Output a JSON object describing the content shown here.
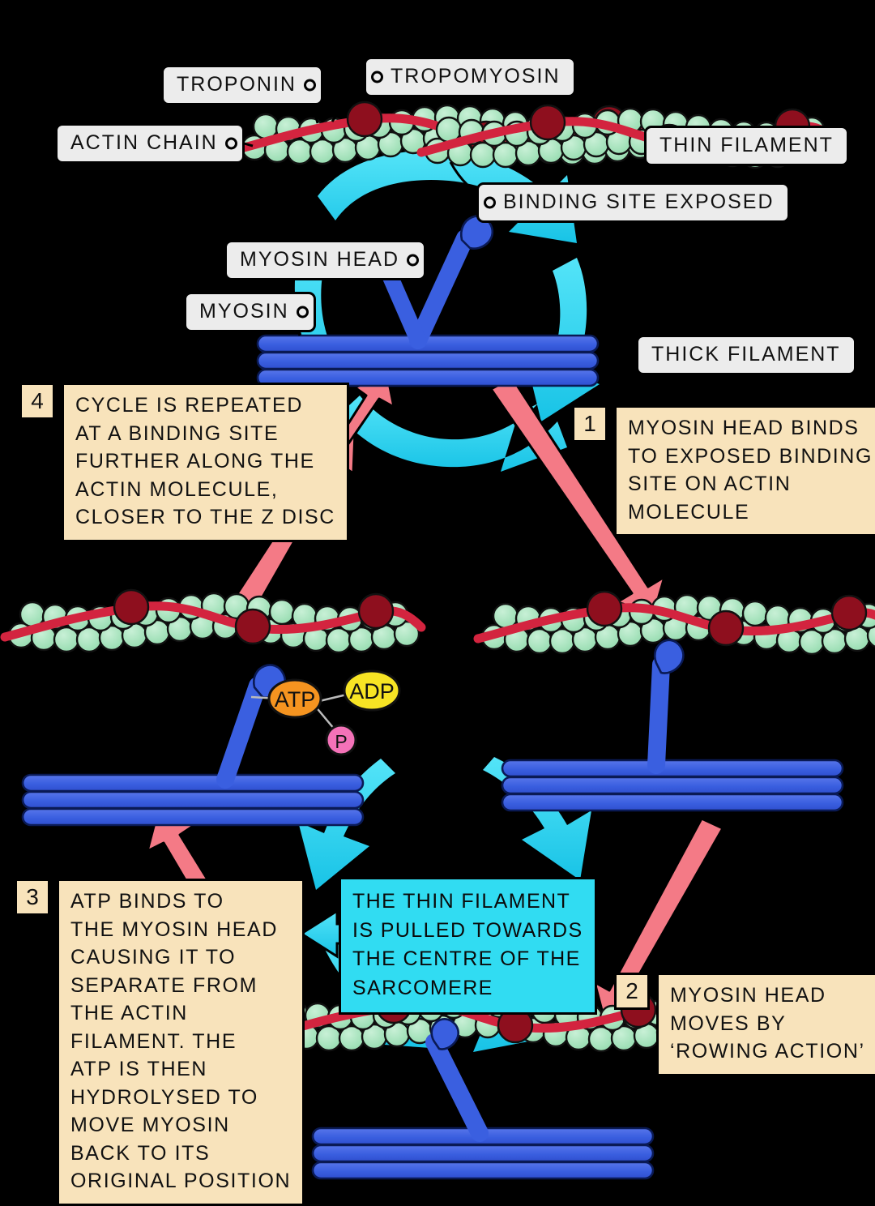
{
  "diagram": {
    "title": "Cross-bridge cycle of muscle contraction",
    "background_color": "#000000"
  },
  "palette": {
    "actin_bead": "#9fe0b8",
    "actin_bead_edge": "#111111",
    "tropomyosin": "#d3243f",
    "troponin": "#8e0f1e",
    "myosin_blue": "#3a5fe0",
    "myosin_edge": "#0a1a55",
    "cyan_arrow": "#2ed3ef",
    "pink_arrow": "#f47a86",
    "atp_orange": "#f59420",
    "adp_yellow": "#f7e424",
    "p_pink": "#f472b8",
    "callout_bg": "#ececec",
    "step_bg": "#f8e3bb",
    "cyan_box": "#31dcf2"
  },
  "callouts": [
    {
      "id": "troponin",
      "label": "TROPONIN",
      "dot": "right"
    },
    {
      "id": "tropomyosin",
      "label": "TROPOMYOSIN",
      "dot": "left"
    },
    {
      "id": "actin-chain",
      "label": "ACTIN  CHAIN",
      "dot": "right"
    },
    {
      "id": "thin-filament",
      "label": "THIN  FILAMENT",
      "dot": "none"
    },
    {
      "id": "binding-site",
      "label": "BINDING  SITE  EXPOSED",
      "dot": "left"
    },
    {
      "id": "myosin-head",
      "label": "MYOSIN  HEAD",
      "dot": "right"
    },
    {
      "id": "myosin",
      "label": "MYOSIN",
      "dot": "right"
    },
    {
      "id": "thick-filament",
      "label": "THICK  FILAMENT",
      "dot": "none"
    }
  ],
  "steps": [
    {
      "number": "4",
      "lines": [
        "CYCLE IS  REPEATED",
        "AT  A  BINDING  SITE",
        "FURTHER  ALONG THE",
        "ACTIN  MOLECULE,",
        "CLOSER  TO  THE  Z DISC"
      ]
    },
    {
      "number": "1",
      "lines": [
        "MYOSIN  HEAD  BINDS",
        "TO  EXPOSED  BINDING",
        "SITE  ON  ACTIN",
        "MOLECULE"
      ]
    },
    {
      "number": "3",
      "lines": [
        "ATP  BINDS  TO",
        "THE  MYOSIN  HEAD",
        "CAUSING  IT  TO",
        "SEPARATE  FROM",
        "THE  ACTIN",
        "FILAMENT.  THE",
        "ATP IS  THEN",
        "HYDROLYSED  TO",
        "MOVE  MYOSIN",
        "BACK  TO  ITS",
        "ORIGINAL POSITION"
      ]
    },
    {
      "number": "2",
      "lines": [
        "MYOSIN  HEAD",
        "MOVES  BY",
        "‘ROWING  ACTION’"
      ]
    }
  ],
  "center_note": {
    "lines": [
      "THE  THIN  FILAMENT",
      "IS  PULLED  TOWARDS",
      "THE  CENTRE  OF  THE",
      "SARCOMERE"
    ]
  },
  "molecules": [
    {
      "id": "atp",
      "label": "ATP",
      "color": "#f59420",
      "shape": "ellipse"
    },
    {
      "id": "adp",
      "label": "ADP",
      "color": "#f7e424",
      "shape": "ellipse"
    },
    {
      "id": "p",
      "label": "P",
      "color": "#f472b8",
      "shape": "circle"
    }
  ],
  "panels": [
    {
      "id": "panel-top",
      "description": "labelled thin and thick filament with upright myosin head"
    },
    {
      "id": "panel-right",
      "description": "myosin head bound to actin binding site"
    },
    {
      "id": "panel-bottom",
      "description": "myosin head tilted after rowing action"
    },
    {
      "id": "panel-left",
      "description": "myosin head detached with ATP, ADP and P"
    }
  ]
}
